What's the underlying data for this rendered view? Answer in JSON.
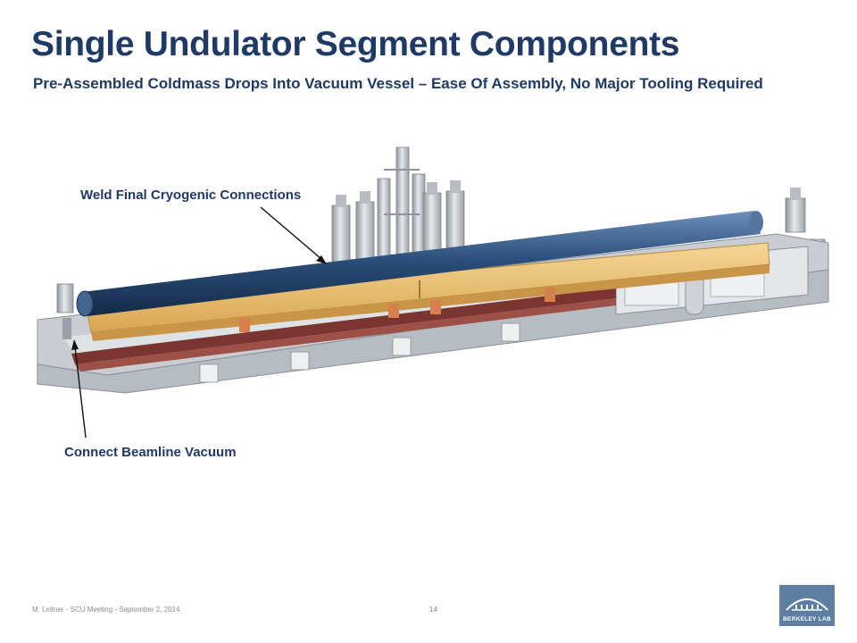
{
  "slide": {
    "title": "Single Undulator Segment Components",
    "subtitle": "Pre-Assembled Coldmass Drops Into Vacuum Vessel – Ease Of Assembly, No Major Tooling Required"
  },
  "callouts": {
    "weld": "Weld Final Cryogenic Connections",
    "beamline": "Connect Beamline Vacuum"
  },
  "footer": {
    "left": "M. Leitner - SCU Meeting - September 2, 2014",
    "page": "14"
  },
  "logo": {
    "text": "BERKELEY LAB"
  },
  "colors": {
    "title": "#1f3a66",
    "vessel": "#d2d6da",
    "tube": "#2c4f7c",
    "coldmass": "#e9be72",
    "rails": "#7a3530",
    "logo_bg": "#5f7fa2"
  }
}
